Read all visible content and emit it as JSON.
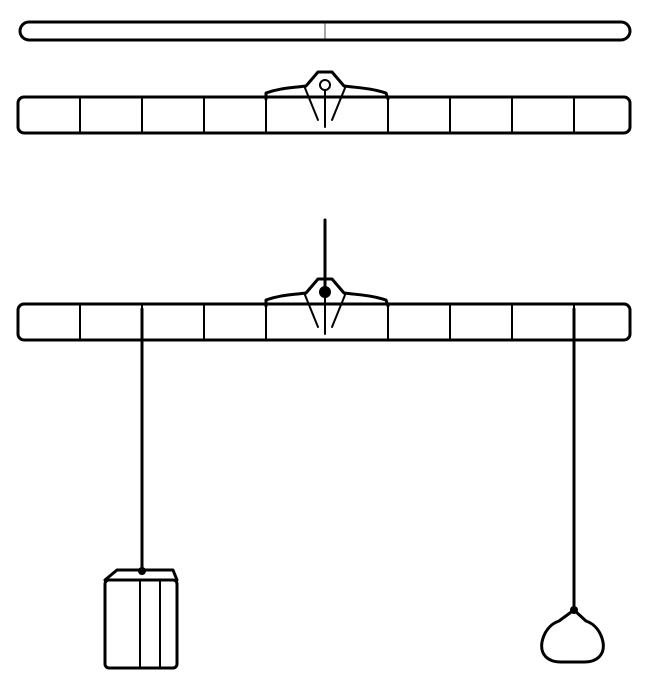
{
  "diagram": {
    "stroke_color": "#000000",
    "background_color": "#ffffff",
    "parts": [
      {
        "id": "plain-rod",
        "label": ""
      },
      {
        "id": "marked-lever-with-pivot",
        "label": "",
        "segments": 10
      },
      {
        "id": "lever-with-hanging-weights",
        "label": "",
        "segments": 10
      },
      {
        "id": "weight-block",
        "label": ""
      },
      {
        "id": "weight-bob",
        "label": ""
      }
    ]
  }
}
